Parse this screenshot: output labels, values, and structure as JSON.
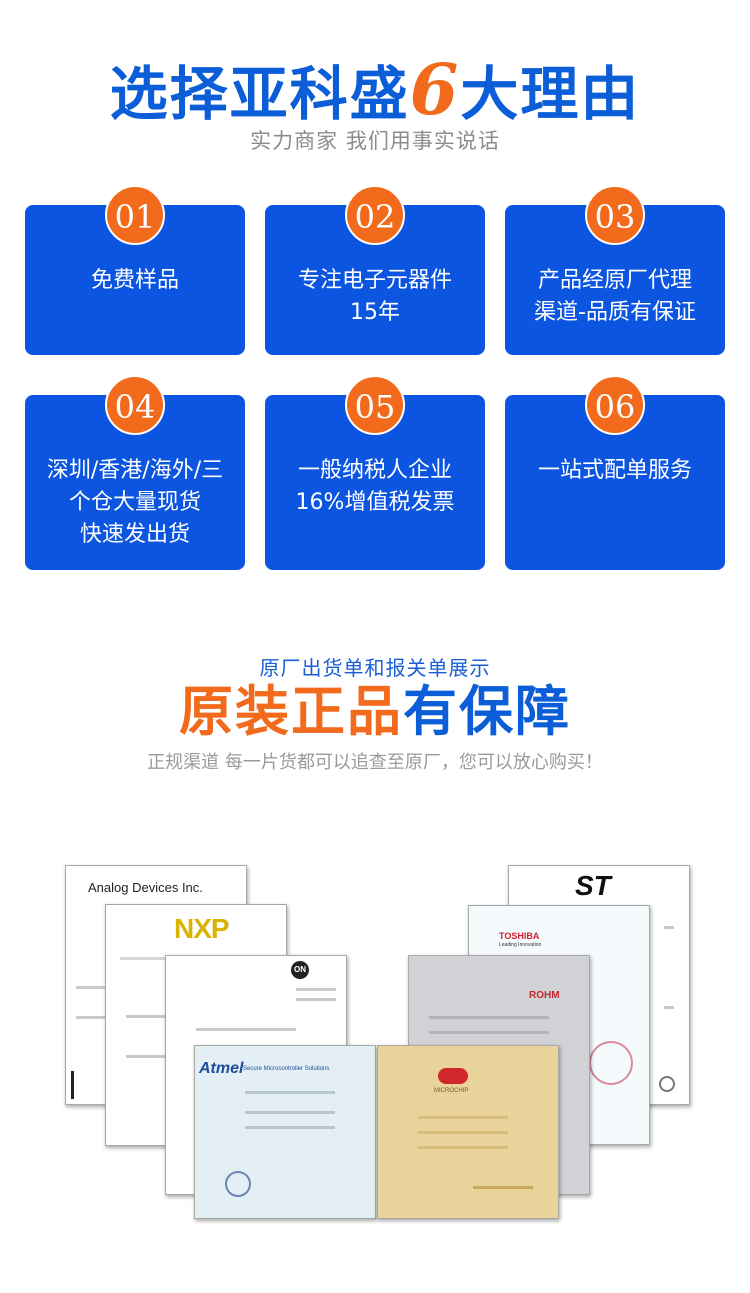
{
  "header": {
    "title_part1": "选择亚科盛",
    "title_num": "6",
    "title_part2": "大理由",
    "subtitle": "实力商家 我们用事实说话"
  },
  "reasons": [
    {
      "num": "01",
      "lines": [
        "免费样品"
      ]
    },
    {
      "num": "02",
      "lines": [
        "专注电子元器件",
        "15年"
      ]
    },
    {
      "num": "03",
      "lines": [
        "产品经原厂代理",
        "渠道-品质有保证"
      ]
    },
    {
      "num": "04",
      "lines": [
        "深圳/香港/海外/三",
        "个仓大量现货",
        "快速发出货"
      ]
    },
    {
      "num": "05",
      "lines": [
        "一般纳税人企业",
        "16%增值税发票"
      ]
    },
    {
      "num": "06",
      "lines": [
        "一站式配单服务"
      ]
    }
  ],
  "section2": {
    "pre_title": "原厂出货单和报关单展示",
    "title_orange": "原装正品",
    "title_blue": "有保障",
    "subtitle": "正规渠道 每一片货都可以追查至原厂，您可以放心购买！"
  },
  "certificates": {
    "analog": "Analog Devices Inc.",
    "nxp": "NXP",
    "onsemi": "ON",
    "atmel": "Atmel",
    "atmel_tagline": "Secure Microcontroller Solutions",
    "microchip": "MICROCHIP",
    "rohm": "ROHM",
    "toshiba": "TOSHIBA",
    "toshiba_tagline": "Leading Innovation",
    "st": "ST"
  },
  "colors": {
    "card_blue": "#0b55e0",
    "badge_orange": "#f26a1b",
    "title_blue": "#0b5ed7"
  }
}
